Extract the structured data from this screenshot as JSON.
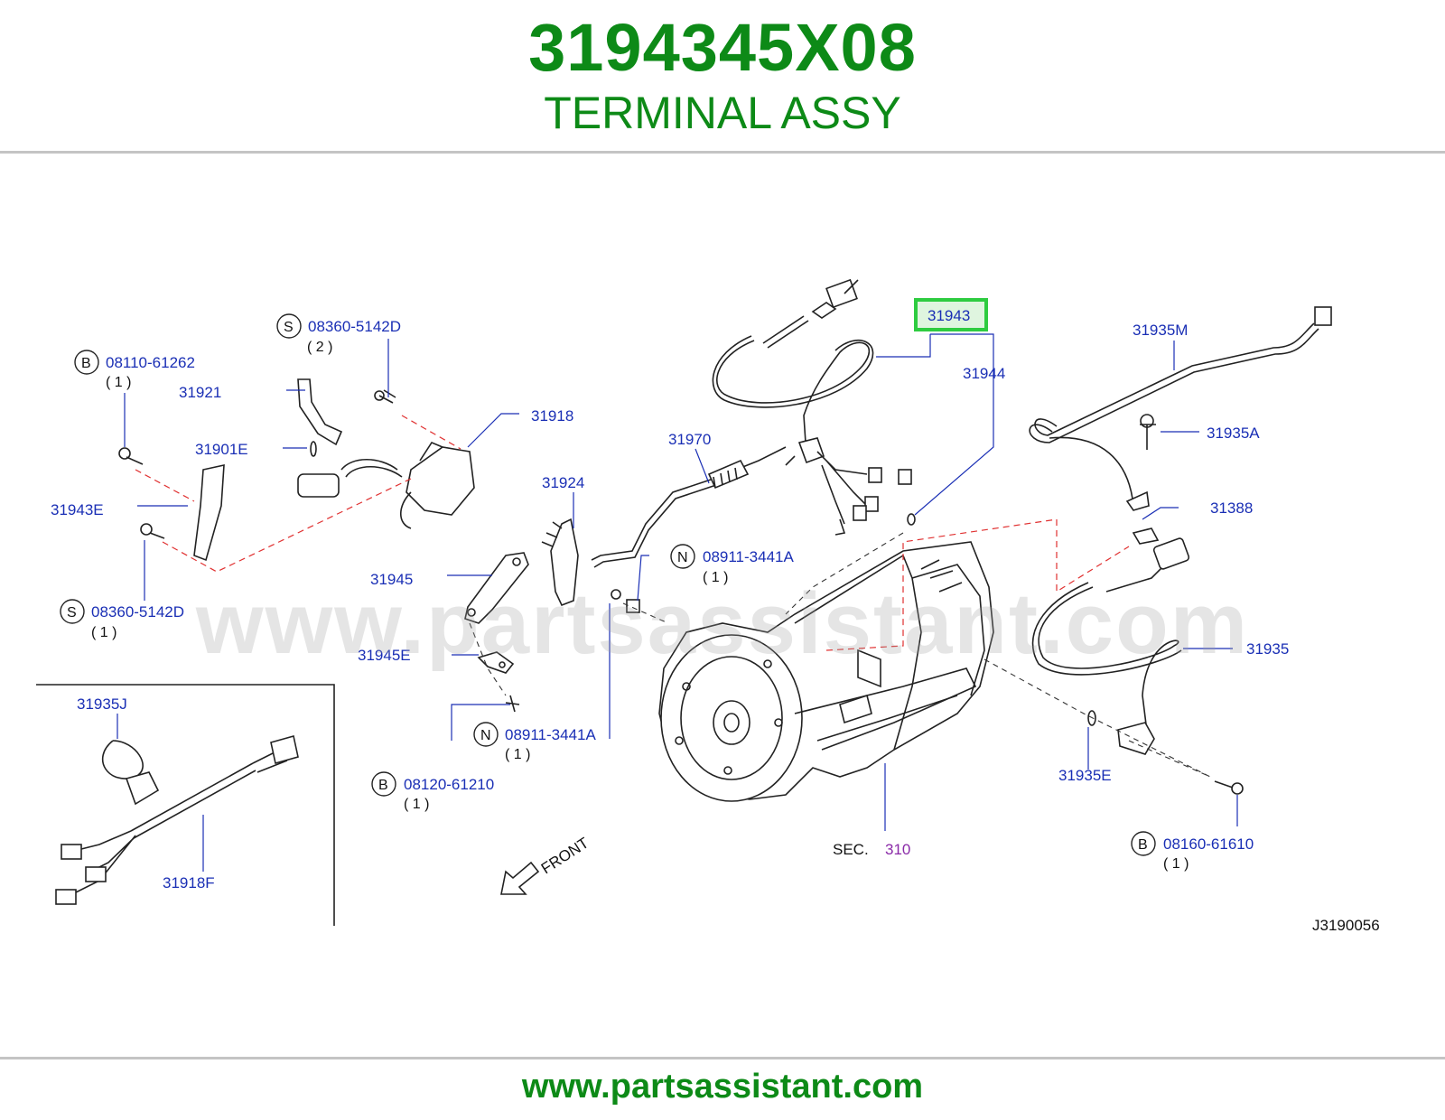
{
  "header": {
    "part_number": "3194345X08",
    "part_name": "TERMINAL ASSY"
  },
  "watermark": "www.partsassistant.com",
  "footer": {
    "url": "www.partsassistant.com"
  },
  "diagram": {
    "code": "J3190056",
    "front_label": "FRONT",
    "sec_prefix": "SEC.",
    "sec_number": "310",
    "highlighted": "31943",
    "labels": {
      "l31943": "31943",
      "l31944": "31944",
      "l31935M": "31935M",
      "l31935A": "31935A",
      "l31388": "31388",
      "l31935": "31935",
      "l31935E": "31935E",
      "l31970": "31970",
      "l31924": "31924",
      "l31945": "31945",
      "l31945E": "31945E",
      "l31918": "31918",
      "l31921": "31921",
      "l31901E": "31901E",
      "l31943E": "31943E",
      "l31935J": "31935J",
      "l31918F": "31918F"
    },
    "fasteners": {
      "s1": {
        "prefix": "S",
        "code": "08360-5142D",
        "qty": "( 2 )"
      },
      "b1": {
        "prefix": "B",
        "code": "08110-61262",
        "qty": "( 1 )"
      },
      "s2": {
        "prefix": "S",
        "code": "08360-5142D",
        "qty": "( 1 )"
      },
      "n1": {
        "prefix": "N",
        "code": "08911-3441A",
        "qty": "( 1 )"
      },
      "n2": {
        "prefix": "N",
        "code": "08911-3441A",
        "qty": "( 1 )"
      },
      "b2": {
        "prefix": "B",
        "code": "08120-61210",
        "qty": "( 1 )"
      },
      "b3": {
        "prefix": "B",
        "code": "08160-61610",
        "qty": "( 1 )"
      }
    }
  },
  "colors": {
    "brand_green": "#0d8a17",
    "label_blue": "#1a2fb5",
    "highlight_green": "#2ecc40",
    "dash_red": "#e03030",
    "sec_purple": "#8a2aa8"
  }
}
